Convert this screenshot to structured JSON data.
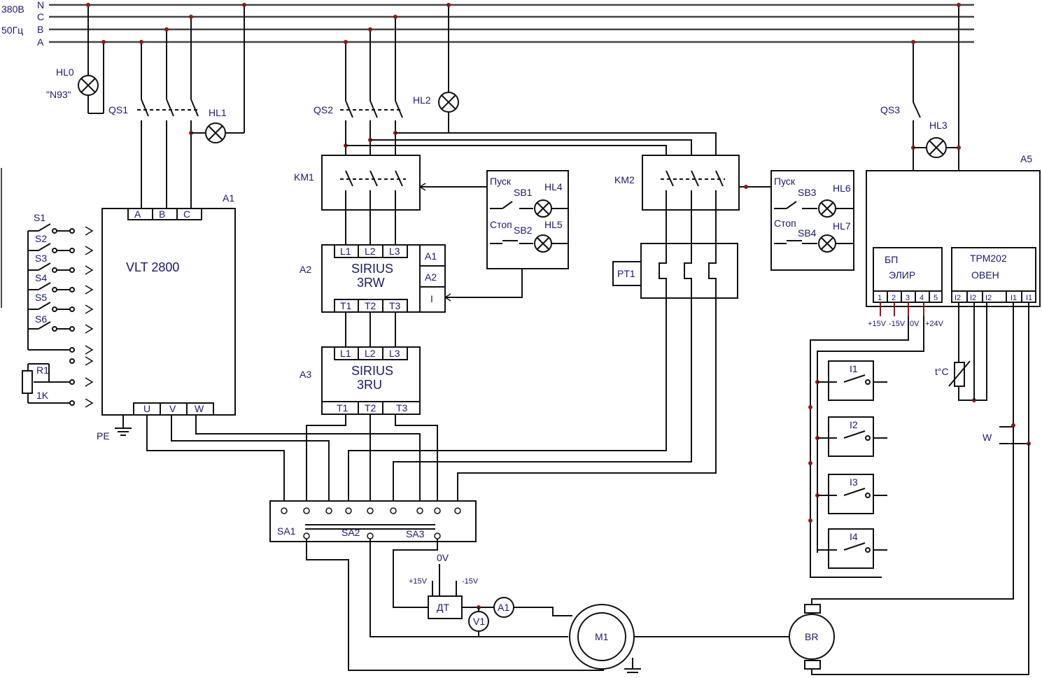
{
  "supply": {
    "voltage": "380В",
    "frequency": "50Гц",
    "phases": [
      "N",
      "C",
      "B",
      "A"
    ]
  },
  "indicators": {
    "hl0": "HL0",
    "hl0_note": "\"N93\"",
    "hl1": "HL1",
    "hl2": "HL2",
    "hl3": "HL3",
    "hl4": "HL4",
    "hl5": "HL5",
    "hl6": "HL6",
    "hl7": "HL7"
  },
  "switches": {
    "qs1": "QS1",
    "qs2": "QS2",
    "qs3": "QS3",
    "km1": "KM1",
    "km2": "KM2",
    "rt1": "PT1"
  },
  "inputs": {
    "s_labels": [
      "S1",
      "S2",
      "S3",
      "S4",
      "S5",
      "S6"
    ],
    "r1": "R1",
    "r1_value": "1K",
    "pe": "PE"
  },
  "a1": {
    "tag": "A1",
    "name": "VLT 2800",
    "terminals_top": [
      "A",
      "B",
      "C"
    ],
    "terminals_bottom": [
      "U",
      "V",
      "W"
    ]
  },
  "a2": {
    "tag": "A2",
    "name_line1": "SIRIUS",
    "name_line2": "3RW",
    "inputs": [
      "L1",
      "L2",
      "L3"
    ],
    "outputs": [
      "T1",
      "T2",
      "T3"
    ],
    "control": [
      "A1",
      "A2",
      "I"
    ]
  },
  "a3": {
    "tag": "A3",
    "name_line1": "SIRIUS",
    "name_line2": "3RU",
    "inputs": [
      "L1",
      "L2",
      "L3"
    ],
    "outputs": [
      "T1",
      "T2",
      "T3"
    ]
  },
  "control_station_1": {
    "start": "Пуск",
    "stop": "Стоп",
    "sb1": "SB1",
    "sb2": "SB2"
  },
  "control_station_2": {
    "start": "Пуск",
    "stop": "Стоп",
    "sb3": "SB3",
    "sb4": "SB4"
  },
  "a5": {
    "tag": "A5",
    "psu_line1": "БП",
    "psu_line2": "ЭЛИР",
    "psu_terminals": [
      "1",
      "2",
      "3",
      "4",
      "5"
    ],
    "psu_outputs": [
      "+15V",
      "-15V",
      "0V",
      "+24V"
    ],
    "meter_line1": "ТРМ202",
    "meter_line2": "ОВЕН",
    "meter_terminals": [
      "I2",
      "I2",
      "I2",
      "I1",
      "I1"
    ]
  },
  "sensors": {
    "i_labels": [
      "I1",
      "I2",
      "I3",
      "I4"
    ],
    "temp": "t°C",
    "w": "W"
  },
  "selector": {
    "sa1": "SA1",
    "sa2": "SA2",
    "sa3": "SA3"
  },
  "measurement": {
    "supply_top": "0V",
    "supply_left": "+15V",
    "supply_right": "-15V",
    "dt": "ДТ",
    "a1": "A1",
    "v1": "V1"
  },
  "machines": {
    "m1": "M1",
    "br": "BR"
  }
}
